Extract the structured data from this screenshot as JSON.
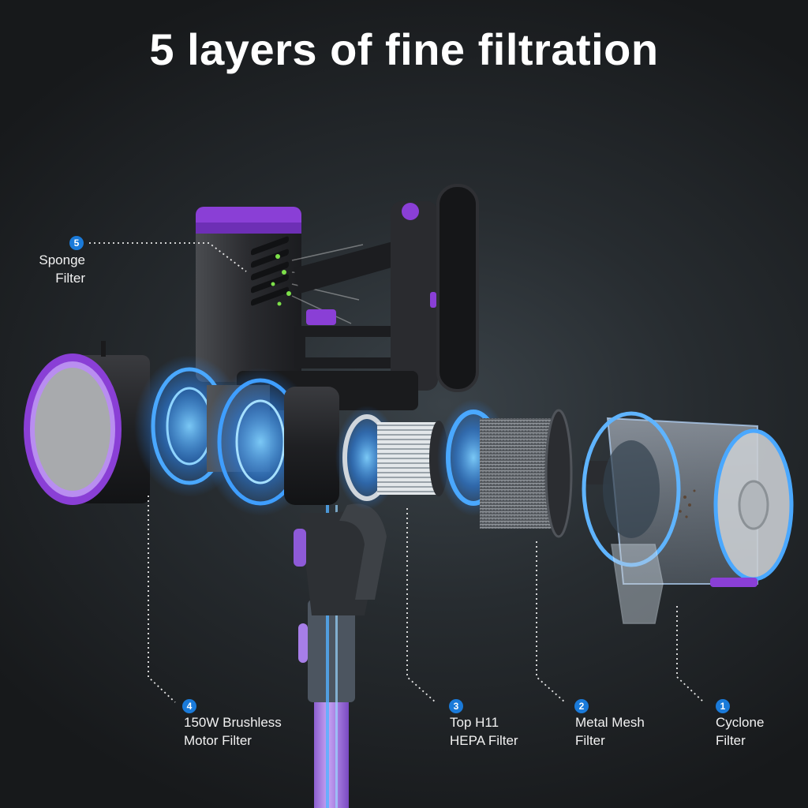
{
  "title": "5 layers of fine filtration",
  "colors": {
    "accent_purple": "#8a3fd6",
    "glow_blue": "#2c8cff",
    "badge_blue": "#1a7ad9",
    "body_dark": "#2b2d31",
    "background": "#22272b"
  },
  "callouts": [
    {
      "number": "1",
      "line1": "Cyclone",
      "line2": "Filter"
    },
    {
      "number": "2",
      "line1": "Metal Mesh",
      "line2": "Filter"
    },
    {
      "number": "3",
      "line1": "Top H11",
      "line2": "HEPA Filter"
    },
    {
      "number": "4",
      "line1": "150W Brushless",
      "line2": "Motor Filter"
    },
    {
      "number": "5",
      "line1": "Sponge",
      "line2": "Filter"
    }
  ]
}
